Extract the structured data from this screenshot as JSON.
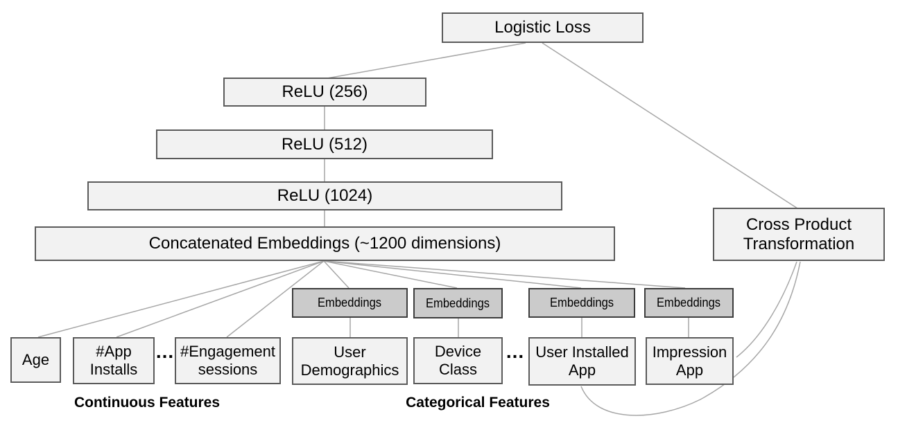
{
  "nodes": {
    "logistic_loss": "Logistic Loss",
    "relu_256": "ReLU (256)",
    "relu_512": "ReLU (512)",
    "relu_1024": "ReLU (1024)",
    "concatenated_embeddings": "Concatenated Embeddings (~1200 dimensions)",
    "cross_product_transformation": "Cross Product Transformation",
    "embeddings": "Embeddings",
    "age": "Age",
    "app_installs": "#App Installs",
    "engagement_sessions": "#Engagement sessions",
    "user_demographics": "User Demographics",
    "device_class": "Device Class",
    "user_installed_app": "User Installed App",
    "impression_app": "Impression App"
  },
  "group_labels": {
    "continuous": "Continuous Features",
    "categorical": "Categorical Features"
  },
  "ellipsis": "...",
  "colors": {
    "box_fill": "#f2f2f2",
    "box_border": "#5a5a5a",
    "embedding_fill": "#cbcbcb",
    "embedding_border": "#3c3c3c",
    "connector_line": "#a6a6a6",
    "text": "#000000",
    "background": "#ffffff"
  }
}
